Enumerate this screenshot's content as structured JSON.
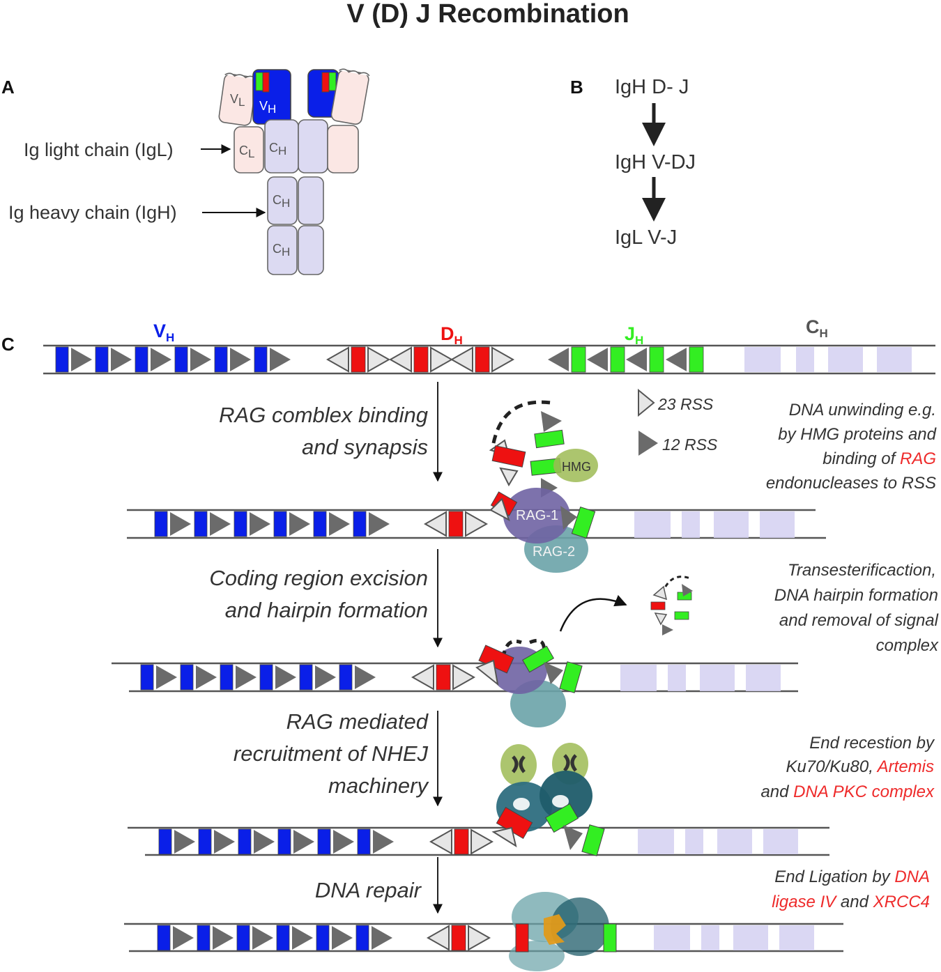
{
  "title": "V (D) J Recombination",
  "panels": {
    "a": "A",
    "b": "B",
    "c": "C"
  },
  "antibody": {
    "light_chain_label": "Ig light chain (IgL)",
    "heavy_chain_label": "Ig heavy chain (IgH)",
    "vl": {
      "main": "V",
      "sub": "L"
    },
    "vh": {
      "main": "V",
      "sub": "H"
    },
    "cl": {
      "main": "C",
      "sub": "L"
    },
    "ch": {
      "main": "C",
      "sub": "H"
    }
  },
  "order": [
    "IgH D- J",
    "IgH V-DJ",
    "IgL V-J"
  ],
  "segments": {
    "v": {
      "main": "V",
      "sub": "H",
      "color": "#0a1fe8"
    },
    "d": {
      "main": "D",
      "sub": "H",
      "color": "#ee1111"
    },
    "j": {
      "main": "J",
      "sub": "H",
      "color": "#33ee22"
    },
    "c": {
      "main": "C",
      "sub": "H",
      "color": "#555555"
    }
  },
  "legend": {
    "rss23": "23 RSS",
    "rss12": "12 RSS"
  },
  "steps": [
    [
      "RAG comblex binding",
      "and synapsis"
    ],
    [
      "Coding region excision",
      "and hairpin formation"
    ],
    [
      "RAG mediated",
      "recruitment of NHEJ",
      "machinery"
    ],
    [
      "DNA repair"
    ]
  ],
  "notes": {
    "n1": {
      "l1": "DNA unwinding e.g.",
      "l2": "by HMG proteins and",
      "l3a": "binding of ",
      "l3b": "RAG",
      "l4": "endonucleases to RSS"
    },
    "n2": {
      "l1": "Transesterificaction,",
      "l2": "DNA hairpin formation",
      "l3": "and removal of signal",
      "l4": "complex"
    },
    "n3": {
      "l1": "End recestion by",
      "l2a": "Ku70/Ku80, ",
      "l2b": "Artemis",
      "l3a": "and ",
      "l3b": "DNA PKC complex"
    },
    "n4": {
      "l1a": "End Ligation by  ",
      "l1b": "DNA",
      "l2a": "ligase IV",
      "l2b": " and ",
      "l2c": "XRCC4"
    }
  },
  "proteins": {
    "hmg": "HMG",
    "rag1": "RAG-1",
    "rag2": "RAG-2"
  },
  "colors": {
    "v": "#0a1fe8",
    "d": "#ee1111",
    "j": "#33ee22",
    "c_region": "#d6d3f2",
    "light_chain": "#fbe7e4",
    "heavy_chain": "#dcdaf2",
    "rss_dark": "#6b6b6b",
    "rss_light": "#e6e6e6",
    "rag1": "#6f63a3",
    "rag2": "#6aa3a8",
    "hmg": "#9dbb55",
    "note_red": "#ee2a2a"
  }
}
